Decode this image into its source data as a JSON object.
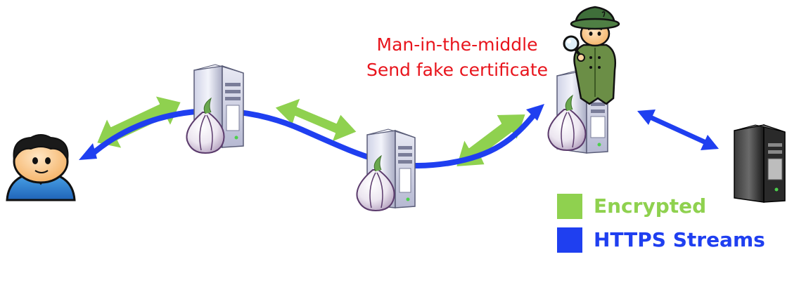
{
  "annotation": {
    "line1": "Man-in-the-middle",
    "line2": "Send fake certificate"
  },
  "legend": {
    "encrypted": {
      "label": "Encrypted",
      "color": "#8fd14f"
    },
    "https": {
      "label": "HTTPS Streams",
      "color": "#1f3ff0"
    }
  },
  "nodes": [
    {
      "id": "user",
      "icon": "user-avatar-icon"
    },
    {
      "id": "relay-1",
      "icon": "tor-relay-server-icon"
    },
    {
      "id": "relay-2",
      "icon": "tor-relay-server-icon"
    },
    {
      "id": "exit-relay",
      "icon": "tor-exit-server-with-spy-icon"
    },
    {
      "id": "destination",
      "icon": "destination-server-icon"
    }
  ],
  "colors": {
    "mitm_text": "#e8141c",
    "encrypted": "#8fd14f",
    "https": "#1f3ff0"
  }
}
